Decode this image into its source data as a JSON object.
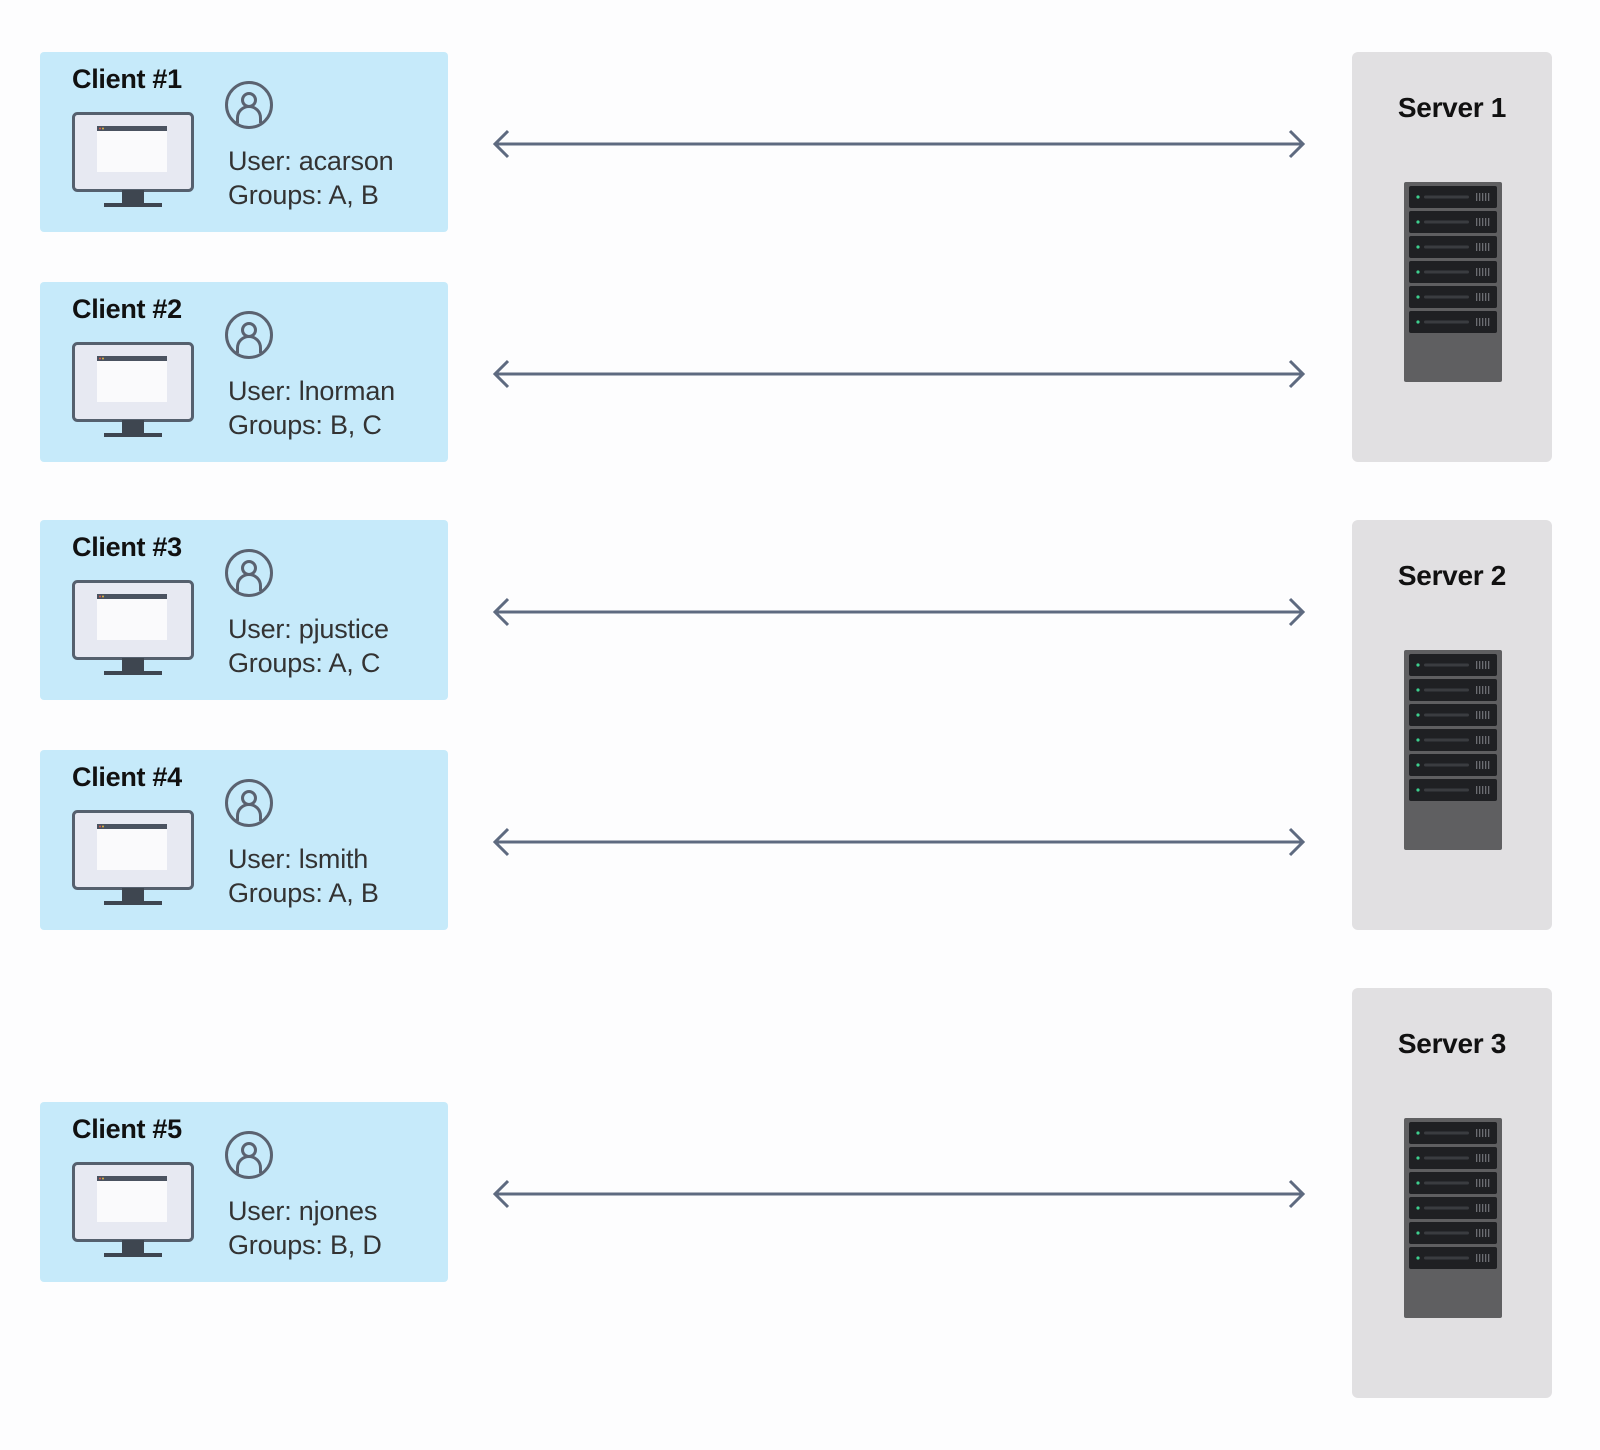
{
  "clients": [
    {
      "title": "Client #1",
      "user": "User: acarson",
      "groups": "Groups: A, B"
    },
    {
      "title": "Client #2",
      "user": "User: lnorman",
      "groups": "Groups: B, C"
    },
    {
      "title": "Client #3",
      "user": "User: pjustice",
      "groups": "Groups: A, C"
    },
    {
      "title": "Client #4",
      "user": "User: lsmith",
      "groups": "Groups: A, B"
    },
    {
      "title": "Client #5",
      "user": "User: njones",
      "groups": "Groups: B, D"
    }
  ],
  "servers": [
    {
      "title": "Server 1"
    },
    {
      "title": "Server 2"
    },
    {
      "title": "Server 3"
    }
  ],
  "colors": {
    "client_bg": "#c6eafa",
    "server_bg": "#e1e0e2",
    "arrow": "#5e6a80",
    "rack_body": "#5f5f61",
    "rack_unit": "#1f2023",
    "rack_led": "#3ecf8e"
  },
  "icons": {
    "client_device": "monitor-icon",
    "client_user": "user-circle-icon",
    "server_device": "server-rack-icon",
    "connection": "bidirectional-arrow-icon"
  }
}
